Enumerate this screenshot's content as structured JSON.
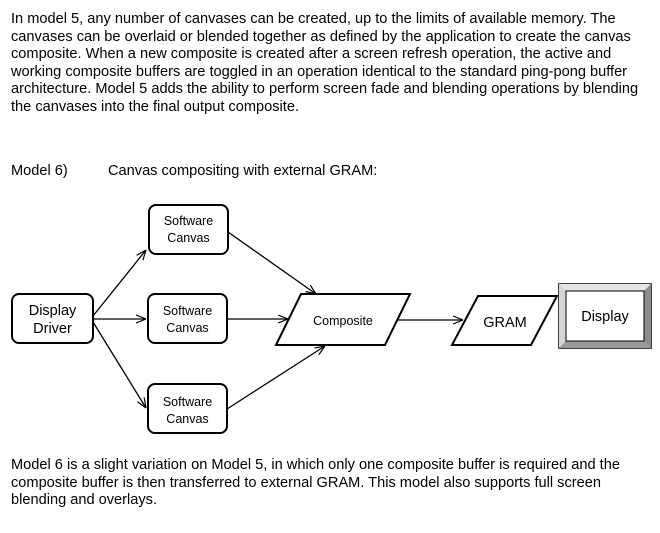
{
  "paragraph1": "In model 5, any number of canvases can be created, up to the limits of available memory. The canvases can be overlaid or blended together as defined by the application to create the canvas composite. When a new composite is created after a screen refresh operation, the active and working composite buffers are toggled in an operation identical to the standard ping-pong buffer architecture. Model 5 adds the ability to perform screen fade and blending operations by blending the canvases into the final output composite.",
  "heading": {
    "number": "Model 6)",
    "title": "Canvas compositing with external GRAM:"
  },
  "diagram": {
    "display_driver": [
      "Display",
      "Driver"
    ],
    "canvas_top": [
      "Software",
      "Canvas"
    ],
    "canvas_mid": [
      "Software",
      "Canvas"
    ],
    "canvas_bottom": [
      "Software",
      "Canvas"
    ],
    "composite": "Composite",
    "gram": "GRAM",
    "display": "Display"
  },
  "paragraph2": "Model 6 is a slight variation on Model 5, in which only one composite buffer is required and the composite buffer is then transferred to external GRAM. This model also supports full screen blending and overlays."
}
